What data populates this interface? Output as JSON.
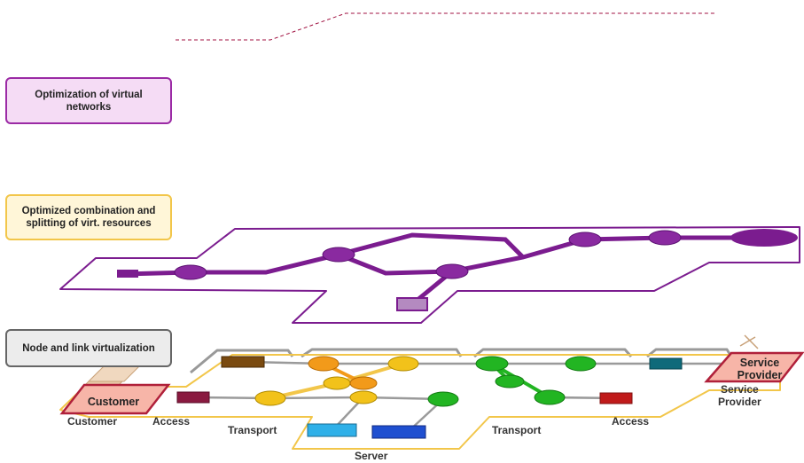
{
  "boxes": {
    "virtual_networks": "Optimization of virtual networks",
    "combination": "Optimized combination and splitting of virt. resources",
    "node_link": "Node and link virtualization"
  },
  "tags": {
    "customer": "Customer",
    "service_provider": "Service Provider"
  },
  "labels": {
    "customer": "Customer",
    "access_left": "Access",
    "transport_left": "Transport",
    "server": "Server",
    "transport_right": "Transport",
    "access_right": "Access",
    "service_provider": "Service\nProvider"
  },
  "colors": {
    "purple": "#7b1c8f",
    "gold": "#f2c64a",
    "customer_fill": "#f7b5a8",
    "customer_border": "#b0203a",
    "dash": "#a01040"
  }
}
